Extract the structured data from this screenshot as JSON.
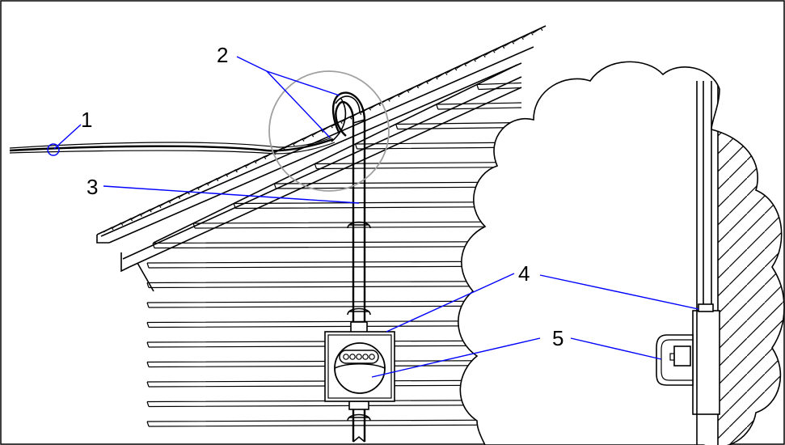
{
  "diagram": {
    "callouts": [
      {
        "number": "1"
      },
      {
        "number": "2"
      },
      {
        "number": "3"
      },
      {
        "number": "4"
      },
      {
        "number": "5"
      }
    ],
    "colors": {
      "line": "#000000",
      "leader": "#0000ff",
      "magnifier_circle": "#a0a0a0",
      "background": "#ffffff"
    }
  }
}
